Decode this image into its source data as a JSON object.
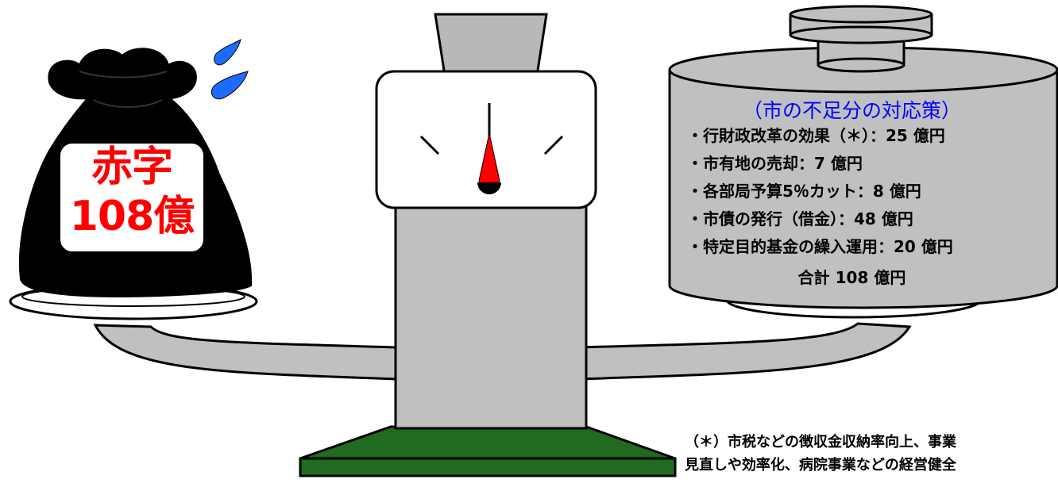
{
  "bag": {
    "line1": "赤字",
    "line2": "108億"
  },
  "measures": {
    "title": "（市の不足分の対応策）",
    "items": [
      "・行財政改革の効果（＊）：25 億円",
      "・市有地の売却：7 億円",
      "・各部局予算5％カット：8 億円",
      "・市債の発行（借金）：48 億円",
      "・特定目的基金の繰入運用：20 億円"
    ],
    "total": "合計 108 億円"
  },
  "footnote": {
    "line1": "（＊）市税などの徴収金収納率向上、事業",
    "line2": "見直しや効率化、病院事業などの経営健全"
  },
  "colors": {
    "bag": "#000000",
    "scale_gray": "#c0c0c0",
    "base_green": "#1f6b1f",
    "needle_red": "#ff0000",
    "deficit_red": "#ff0000",
    "title_blue": "#0000ff"
  }
}
